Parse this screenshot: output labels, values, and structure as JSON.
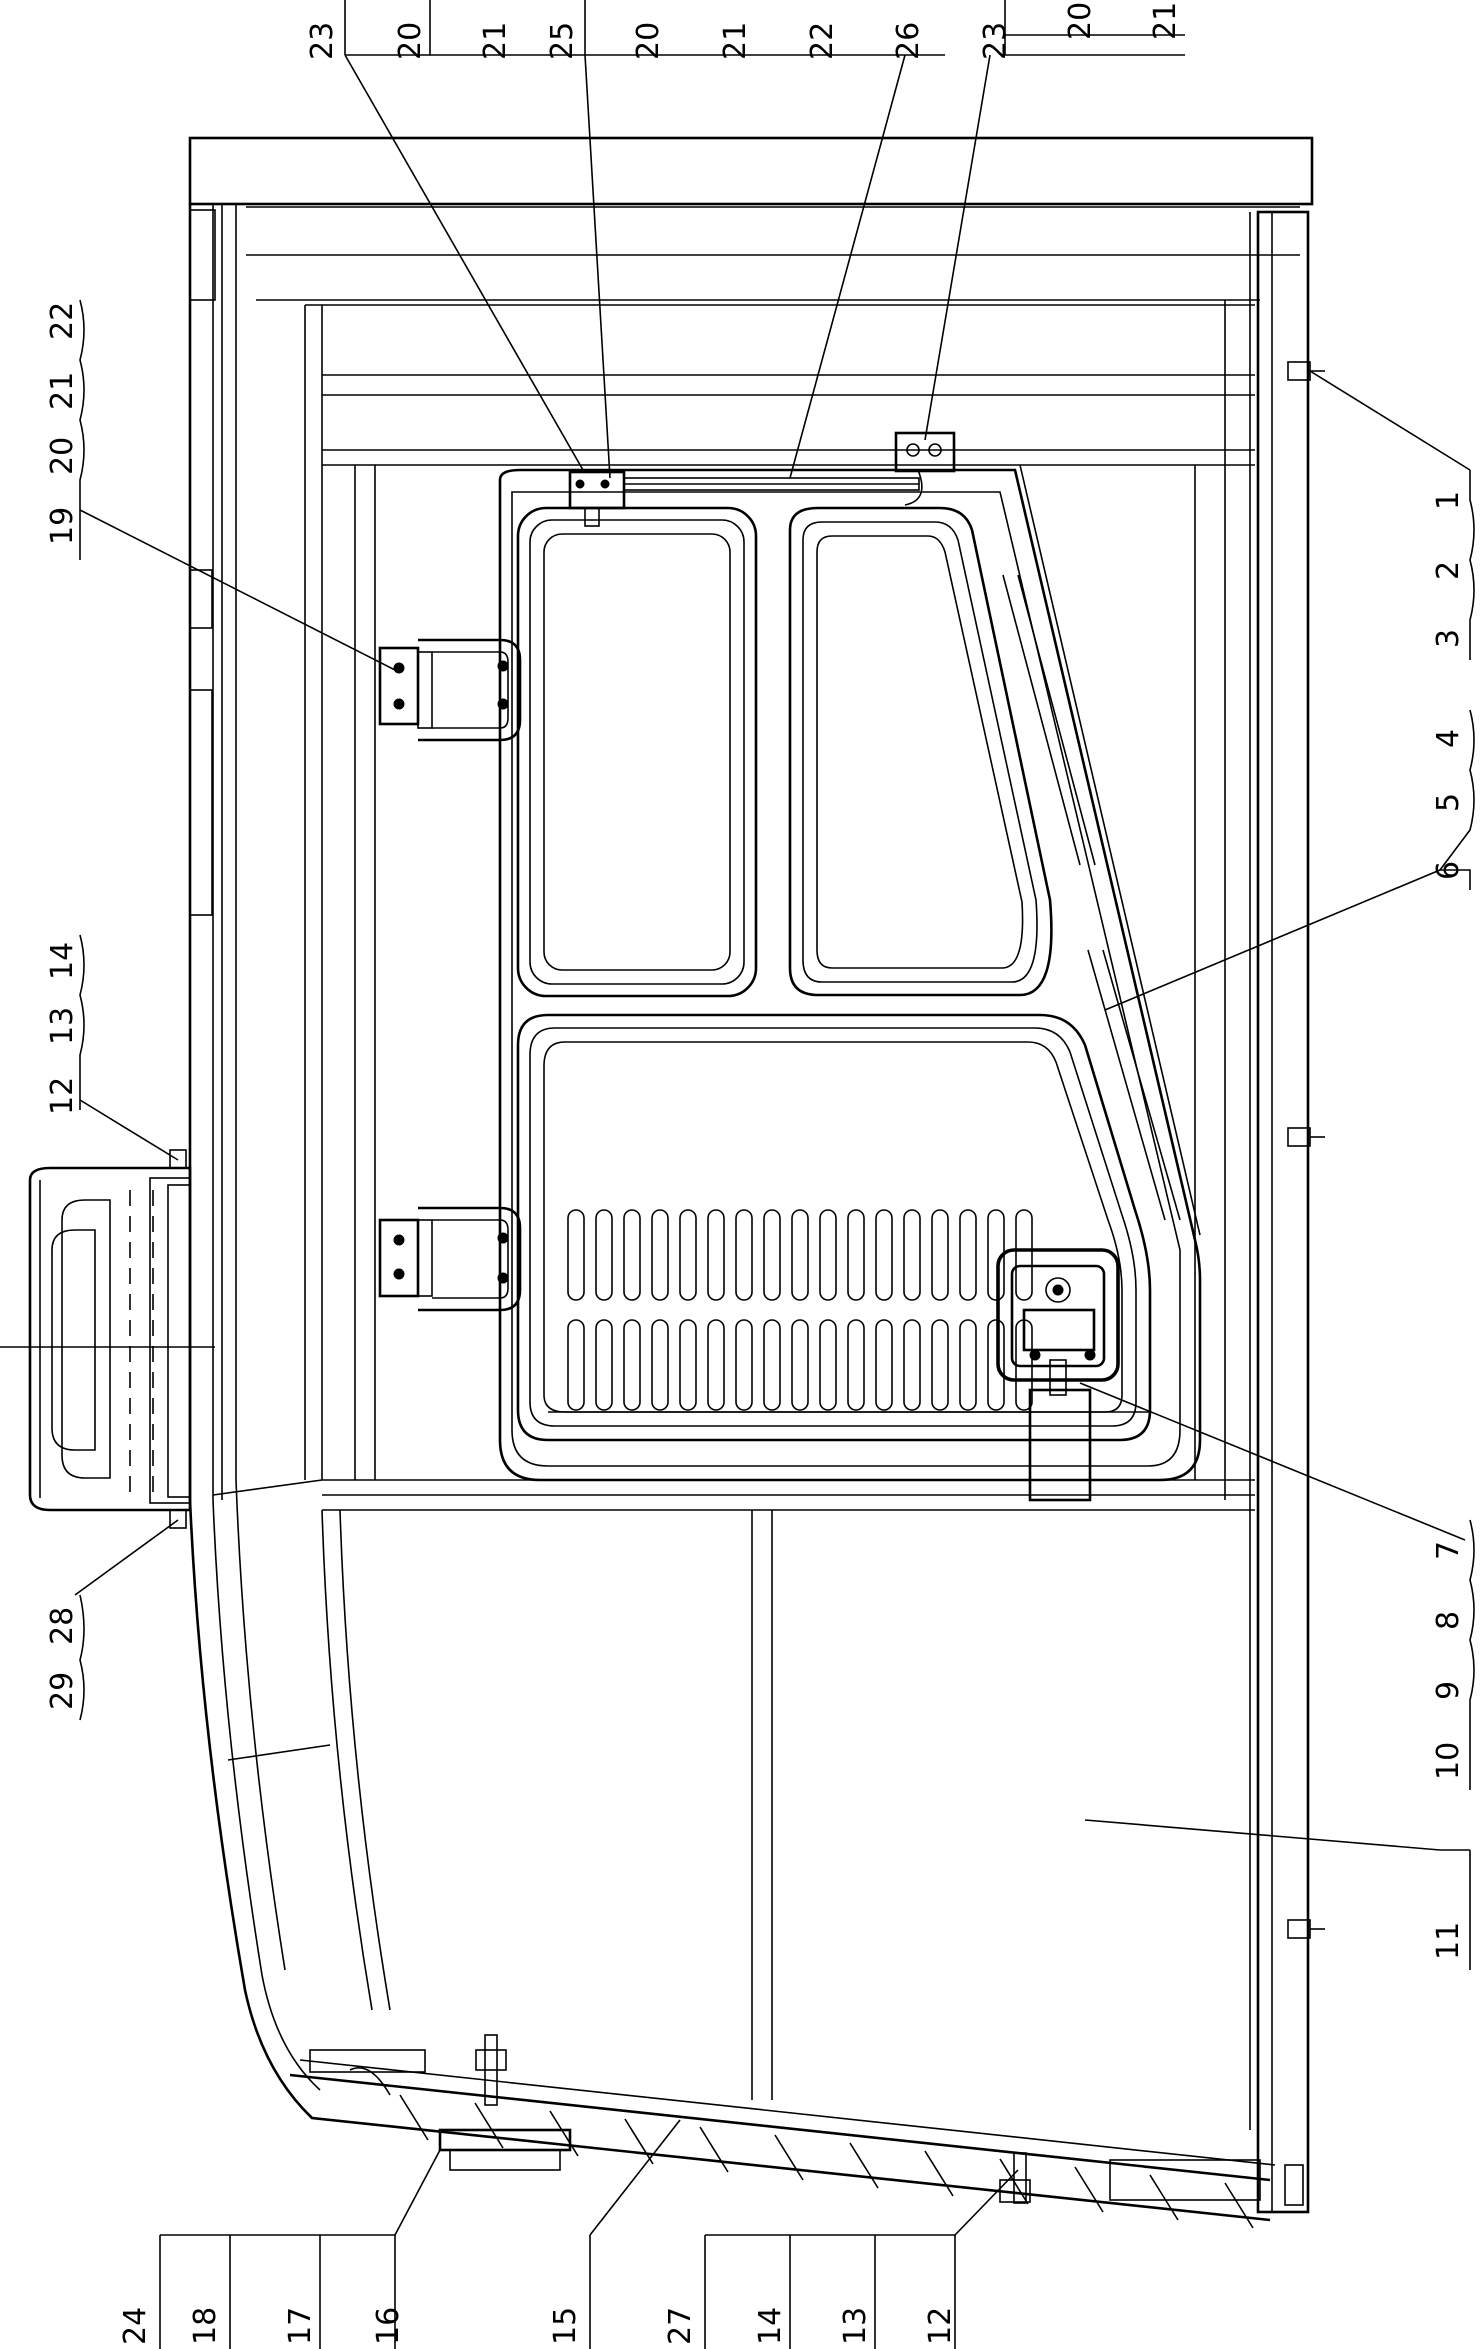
{
  "diagram": {
    "labels": {
      "top": [
        {
          "text": "23",
          "id": "t23a"
        },
        {
          "text": "20",
          "id": "t20a"
        },
        {
          "text": "21",
          "id": "t21a"
        },
        {
          "text": "25",
          "id": "t25"
        },
        {
          "text": "20",
          "id": "t20b"
        },
        {
          "text": "21",
          "id": "t21b"
        },
        {
          "text": "22",
          "id": "t22"
        },
        {
          "text": "26",
          "id": "t26"
        },
        {
          "text": "23",
          "id": "t23b"
        },
        {
          "text": "20",
          "id": "t20c"
        },
        {
          "text": "21",
          "id": "t21c"
        }
      ],
      "left": [
        {
          "text": "22",
          "id": "l22"
        },
        {
          "text": "21",
          "id": "l21"
        },
        {
          "text": "20",
          "id": "l20"
        },
        {
          "text": "19",
          "id": "l19"
        },
        {
          "text": "14",
          "id": "l14"
        },
        {
          "text": "13",
          "id": "l13"
        },
        {
          "text": "12",
          "id": "l12"
        },
        {
          "text": "28",
          "id": "l28"
        },
        {
          "text": "29",
          "id": "l29"
        }
      ],
      "right": [
        {
          "text": "1",
          "id": "r1"
        },
        {
          "text": "2",
          "id": "r2"
        },
        {
          "text": "3",
          "id": "r3"
        },
        {
          "text": "4",
          "id": "r4"
        },
        {
          "text": "5",
          "id": "r5"
        },
        {
          "text": "6",
          "id": "r6"
        },
        {
          "text": "7",
          "id": "r7"
        },
        {
          "text": "8",
          "id": "r8"
        },
        {
          "text": "9",
          "id": "r9"
        },
        {
          "text": "10",
          "id": "r10"
        },
        {
          "text": "11",
          "id": "r11"
        }
      ],
      "bottom": [
        {
          "text": "24",
          "id": "b24"
        },
        {
          "text": "18",
          "id": "b18"
        },
        {
          "text": "17",
          "id": "b17"
        },
        {
          "text": "16",
          "id": "b16"
        },
        {
          "text": "15",
          "id": "b15"
        },
        {
          "text": "27",
          "id": "b27"
        },
        {
          "text": "14",
          "id": "b14"
        },
        {
          "text": "13",
          "id": "b13"
        },
        {
          "text": "12",
          "id": "b12"
        }
      ]
    }
  }
}
